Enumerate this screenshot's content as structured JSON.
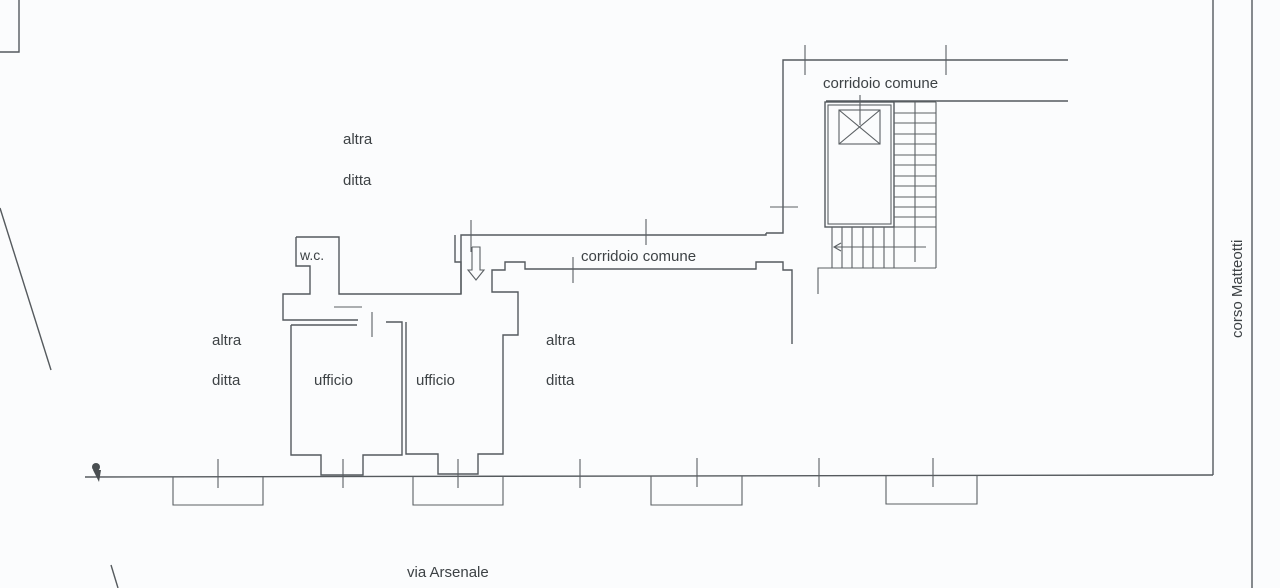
{
  "plan": {
    "type": "floor-plan",
    "stroke_color": "#555a5e",
    "background": "#fbfcfd",
    "labels": {
      "altra_ditta_top_1": "altra",
      "altra_ditta_top_2": "ditta",
      "altra_ditta_left_1": "altra",
      "altra_ditta_left_2": "ditta",
      "altra_ditta_right_1": "altra",
      "altra_ditta_right_2": "ditta",
      "wc": "w.c.",
      "ufficio_1": "ufficio",
      "ufficio_2": "ufficio",
      "corridoio_top": "corridoio comune",
      "corridoio_mid": "corridoio comune",
      "street_bottom": "via Arsenale",
      "street_right": "corso Matteotti"
    },
    "icons": [
      "elevator-icon",
      "staircase-icon",
      "entrance-arrow-icon",
      "compass-icon"
    ]
  }
}
